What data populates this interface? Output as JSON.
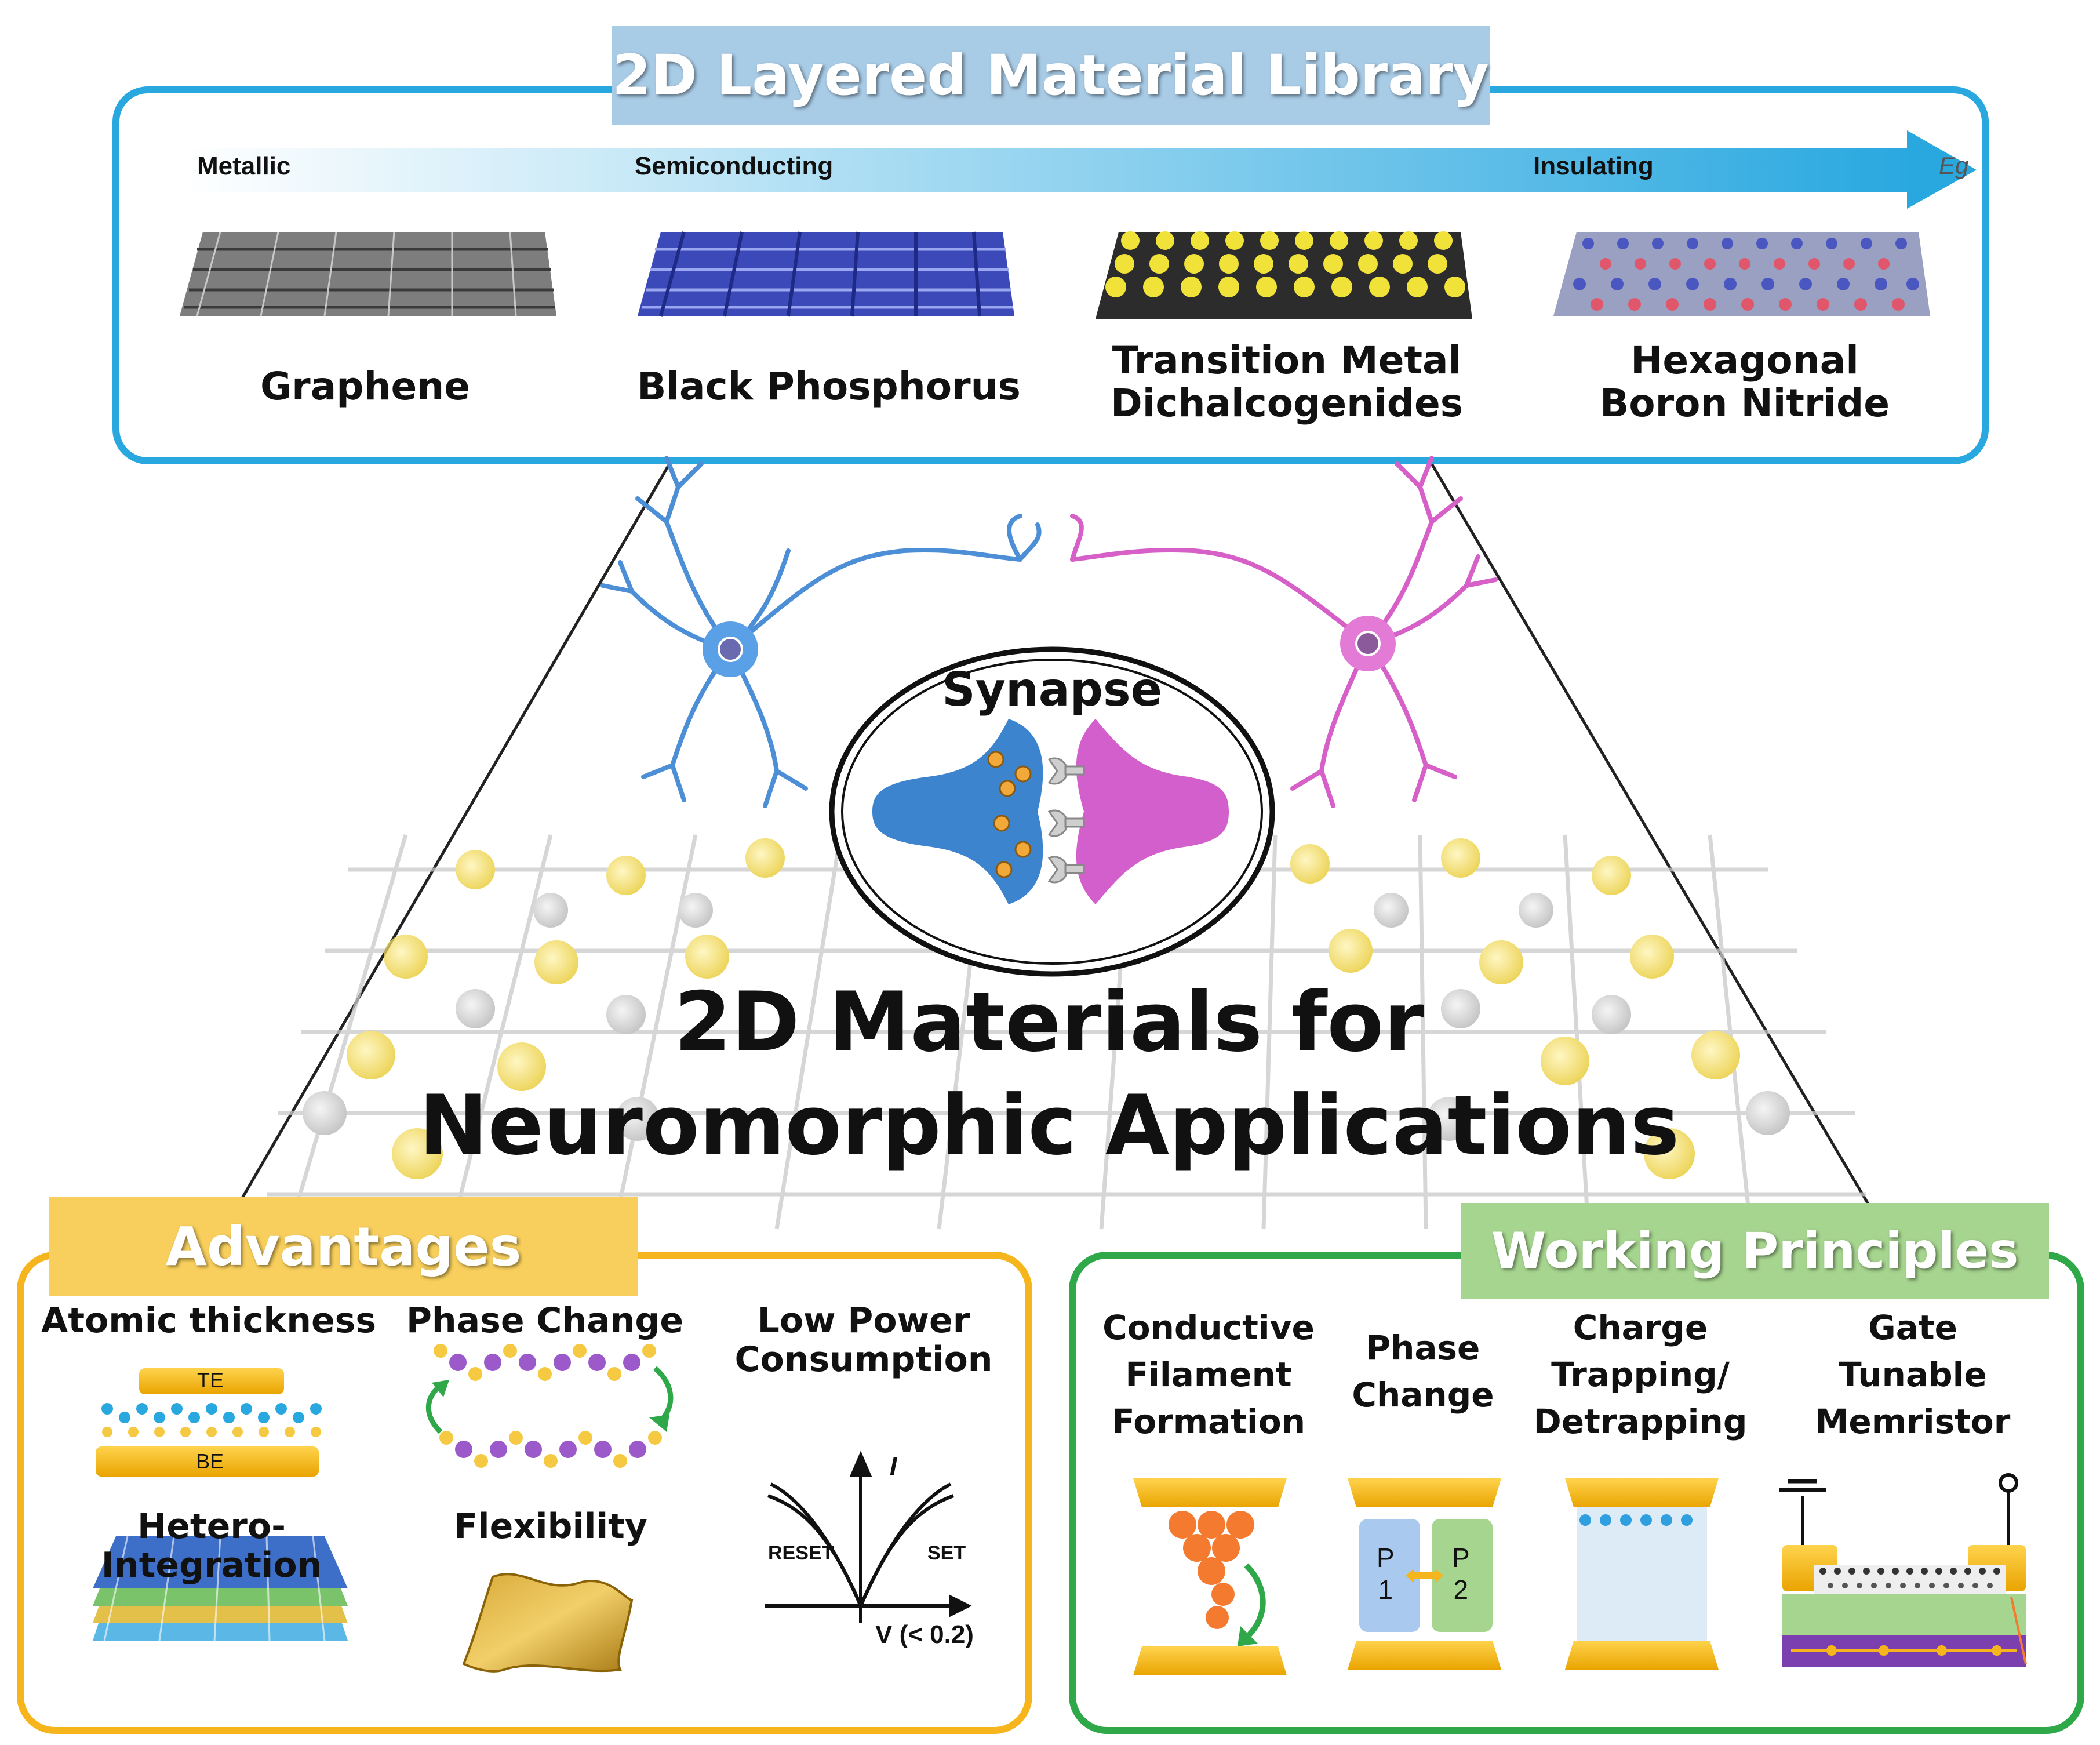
{
  "library": {
    "title": "2D Layered Material Library",
    "scale": {
      "left": "Metallic",
      "mid": "Semiconducting",
      "right": "Insulating",
      "end": "Eg"
    },
    "materials": [
      {
        "line1": "Graphene",
        "line2": ""
      },
      {
        "line1": "Black Phosphorus",
        "line2": ""
      },
      {
        "line1": "Transition Metal",
        "line2": "Dichalcogenides"
      },
      {
        "line1": "Hexagonal",
        "line2": "Boron Nitride"
      }
    ]
  },
  "center": {
    "synapse": "Synapse",
    "title_line1": "2D Materials for",
    "title_line2": "Neuromorphic Applications"
  },
  "advantages": {
    "title": "Advantages",
    "atomic": "Atomic thickness",
    "te": "TE",
    "be": "BE",
    "phase": "Phase Change",
    "power_line1": "Low Power",
    "power_line2": "Consumption",
    "hetero": "Hetero-Integration",
    "flex": "Flexibility",
    "iv": {
      "reset": "RESET",
      "set": "SET",
      "i": "I",
      "v": "V (< 0.2)"
    }
  },
  "principles": {
    "title": "Working Principles",
    "items": [
      {
        "l1": "Conductive",
        "l2": "Filament",
        "l3": "Formation"
      },
      {
        "l1": "Phase",
        "l2": "Change",
        "l3": ""
      },
      {
        "l1": "Charge",
        "l2": "Trapping/",
        "l3": "Detrapping"
      },
      {
        "l1": "Gate",
        "l2": "Tunable",
        "l3": "Memristor"
      }
    ],
    "p1": "P",
    "p1n": "1",
    "p2": "P",
    "p2n": "2"
  },
  "colors": {
    "blue": "#29a8e0",
    "orange": "#f6b51d",
    "green": "#2fa84a",
    "neuron_left": "#4d8fd6",
    "neuron_right": "#d65fc8"
  }
}
